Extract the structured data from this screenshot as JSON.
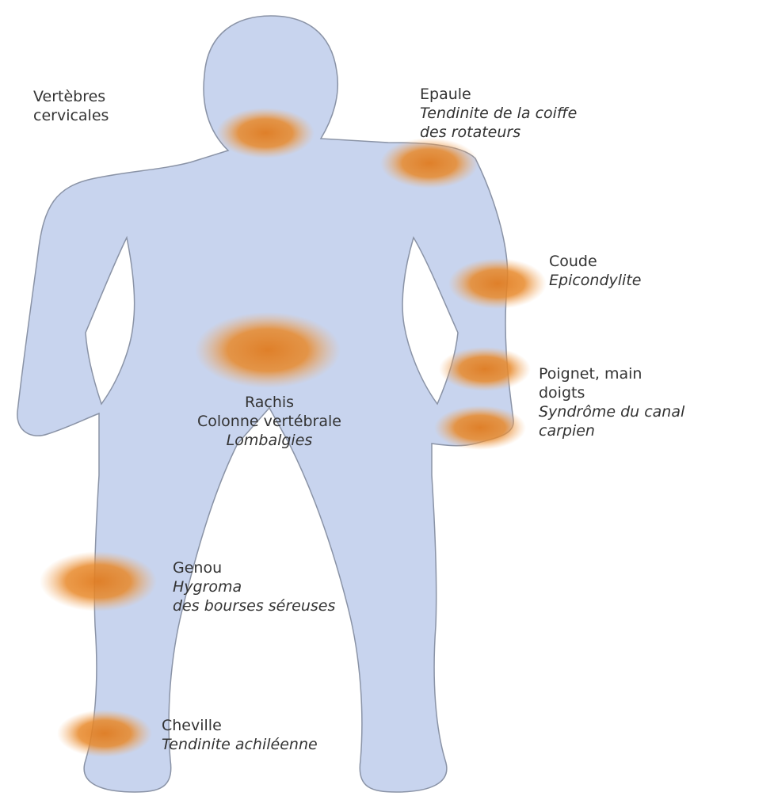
{
  "colors": {
    "body_fill": "#c8d4ee",
    "body_stroke": "#8a93a6",
    "spot_core": "#e07b1f",
    "text": "#333333"
  },
  "labels": {
    "cervical": {
      "title_1": "Vertèbres",
      "title_2": "cervicales"
    },
    "shoulder": {
      "title": "Epaule",
      "sub_1": "Tendinite de la coiffe",
      "sub_2": "des rotateurs"
    },
    "elbow": {
      "title": "Coude",
      "sub": "Epicondylite"
    },
    "wrist": {
      "title_1": "Poignet, main",
      "title_2": "doigts",
      "sub_1": "Syndrôme du canal",
      "sub_2": "carpien"
    },
    "spine": {
      "title_1": "Rachis",
      "title_2": "Colonne vertébrale",
      "sub": "Lombalgies"
    },
    "knee": {
      "title": "Genou",
      "sub_1": "Hygroma",
      "sub_2": "des bourses séreuses"
    },
    "ankle": {
      "title": "Cheville",
      "sub": "Tendinite achiléenne"
    }
  }
}
